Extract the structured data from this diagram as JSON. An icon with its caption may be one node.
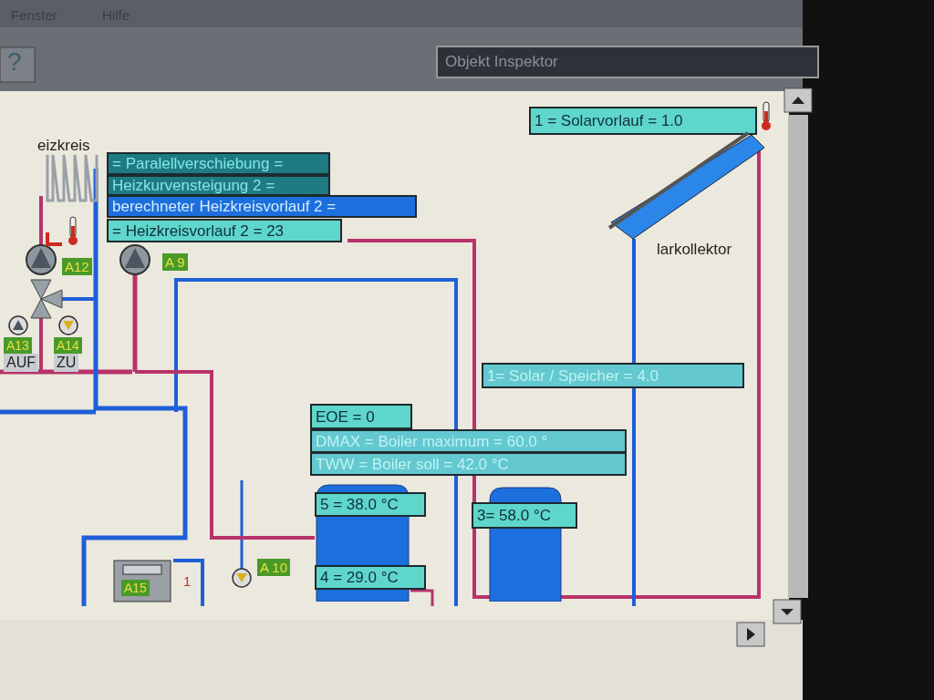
{
  "diagram": {
    "nodes": [
      {
        "text": [
          "eizkreis"
        ]
      },
      {
        "text": [
          "= Paralellverschiebung ="
        ]
      },
      {
        "text": [
          "Heizkurvensteigung 2 ="
        ]
      },
      {
        "text": [
          "berechneter Heizkreisvorlauf 2 ="
        ]
      },
      {
        "text": [
          "= Heizkreisvorlauf 2  =  23"
        ]
      },
      {
        "text": [
          "1 = Solarvorlauf =  1.0"
        ]
      },
      {
        "text": [
          "larkollektor"
        ]
      },
      {
        "text": [
          "1= Solar / Speicher =  4.0"
        ]
      },
      {
        "text": [
          "EOE = 0"
        ]
      },
      {
        "text": [
          "DMAX = Boiler maximum =  60.0 °"
        ]
      },
      {
        "text": [
          "TWW = Boiler soll  =  42.0 °C"
        ]
      },
      {
        "text": [],
        "shape": "cylinder"
      },
      {
        "text": [
          "5 =  38.0 °C"
        ]
      },
      {
        "text": [
          "4 =  29.0 °C"
        ]
      },
      {
        "text": [],
        "shape": "cylinder"
      },
      {
        "text": [
          "3=  58.0 °C"
        ]
      }
    ],
    "edges": [
      {
        "from": null,
        "to": 11,
        "arrow": "none",
        "color": "#b8336a"
      }
    ],
    "labels": [
      "Fenster",
      "Hilfe",
      "?",
      "Objekt Inspektor",
      "A12",
      "A 9",
      "A13",
      "A14",
      "AUF",
      "ZU",
      "A 10",
      "A15",
      "1"
    ]
  }
}
